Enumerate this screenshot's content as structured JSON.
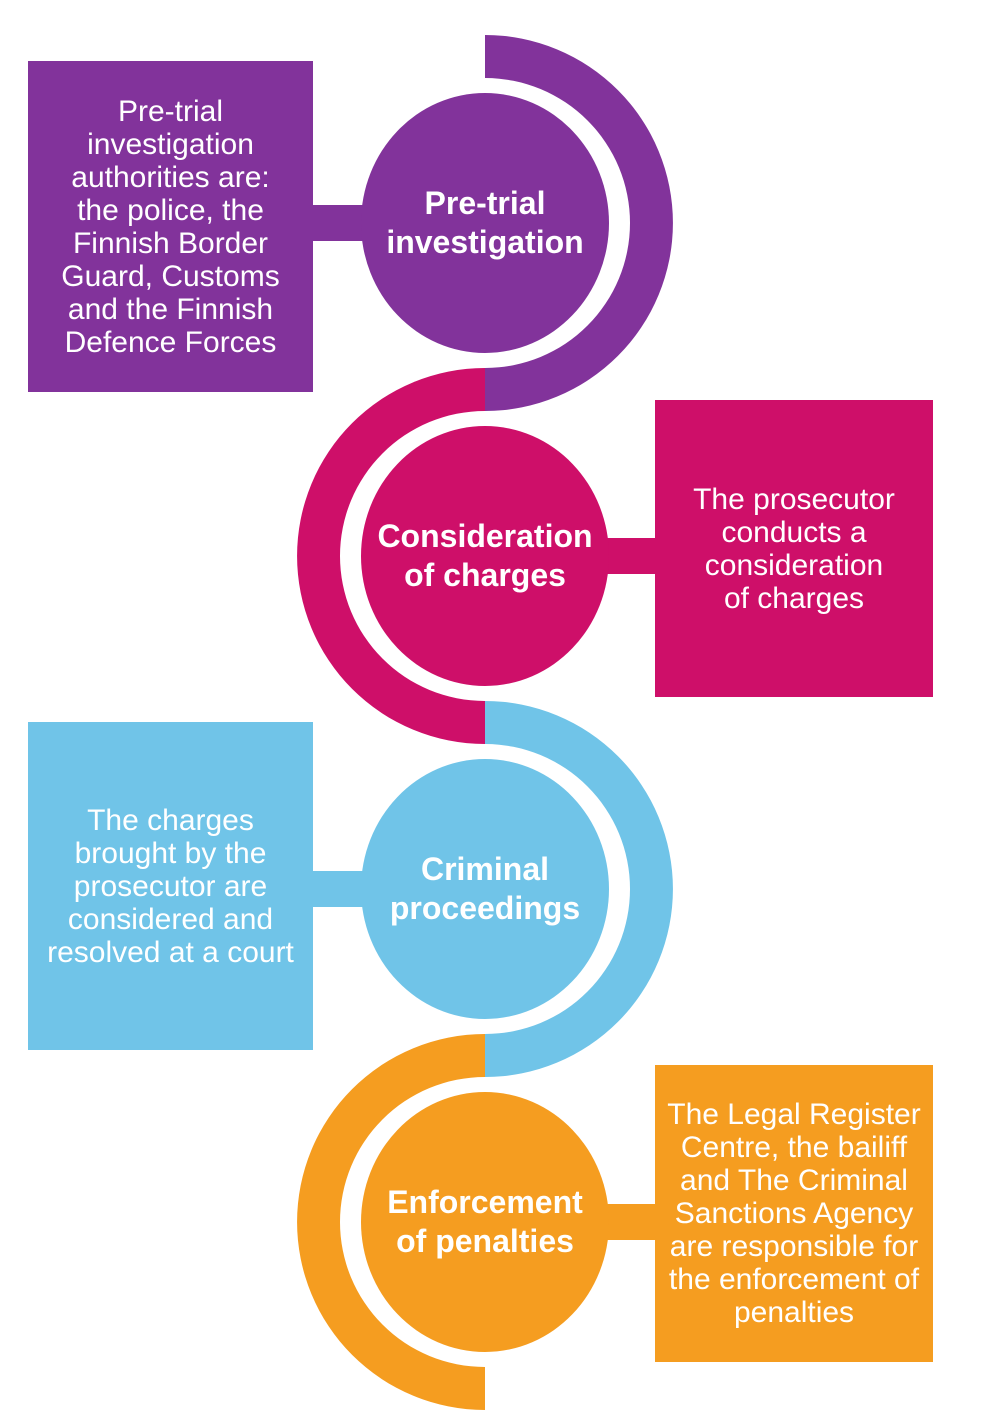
{
  "diagram": {
    "type": "process-flow",
    "background_color": "#FFFFFF",
    "text_color": "#FFFFFF",
    "stages": [
      {
        "id": "pre-trial-investigation",
        "label_lines": [
          "Pre-trial",
          "investigation"
        ],
        "label": "Pre-trial investigation",
        "description": "Pre-trial investigation authorities are: the police, the Finnish Border Guard, Customs and the Finnish Defence Forces",
        "description_lines": [
          "Pre-trial",
          "investigation",
          "authorities are:",
          "the police, the",
          "Finnish Border",
          "Guard, Customs",
          "and the Finnish",
          "Defence Forces"
        ],
        "color": "#82339B",
        "box_side": "left",
        "arc_side": "right"
      },
      {
        "id": "consideration-of-charges",
        "label_lines": [
          "Consideration",
          "of charges"
        ],
        "label": "Consideration of charges",
        "description": "The prosecutor conducts a consideration of charges",
        "description_lines": [
          "The prosecutor",
          "conducts a",
          "consideration",
          "of charges"
        ],
        "color": "#CE0F69",
        "box_side": "right",
        "arc_side": "left"
      },
      {
        "id": "criminal-proceedings",
        "label_lines": [
          "Criminal",
          "proceedings"
        ],
        "label": "Criminal proceedings",
        "description": "The charges brought by the prosecutor are considered and resolved at a court",
        "description_lines": [
          "The charges",
          "brought by the",
          "prosecutor are",
          "considered and",
          "resolved at a court"
        ],
        "color": "#70C4E8",
        "box_side": "left",
        "arc_side": "right"
      },
      {
        "id": "enforcement-of-penalties",
        "label_lines": [
          "Enforcement",
          "of penalties"
        ],
        "label": "Enforcement of penalties",
        "description": "The Legal Register Centre, the bailiff and The Criminal Sanctions Agency are responsible for the enforcement of penalties",
        "description_lines": [
          "The Legal Register",
          "Centre, the bailiff",
          "and The Criminal",
          "Sanctions Agency",
          "are responsible for",
          "the enforcement of",
          "penalties"
        ],
        "color": "#F59D20",
        "box_side": "right",
        "arc_side": "left"
      }
    ]
  }
}
